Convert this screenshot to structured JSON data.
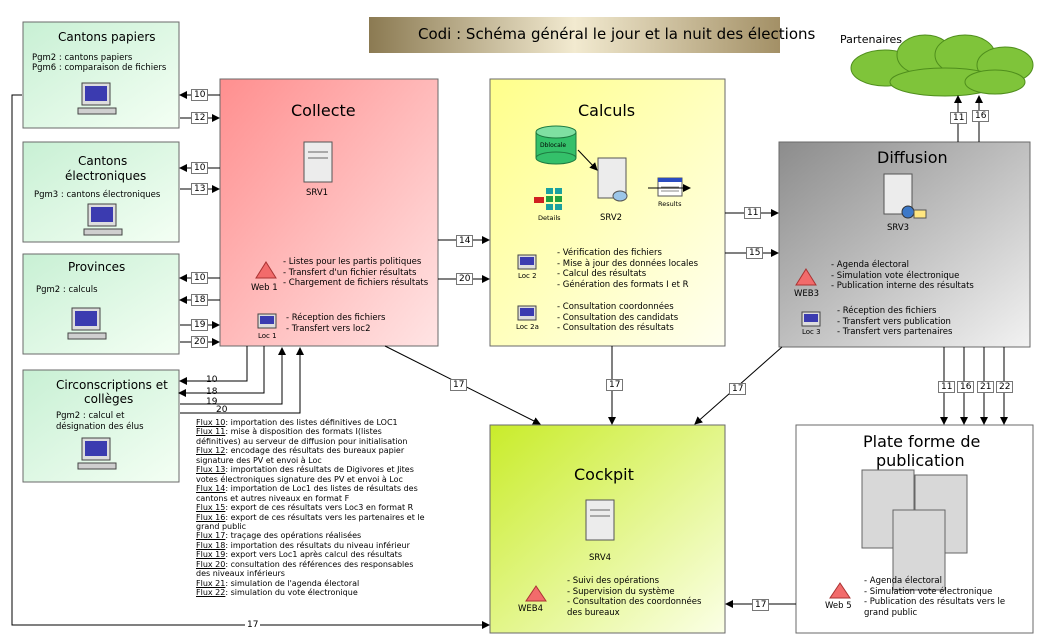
{
  "title": "Codi : Schéma général le jour et la nuit des élections",
  "partenaires": "Partenaires",
  "left": {
    "cantons_papiers": {
      "title": "Cantons papiers",
      "lines": [
        "Pgm2 : cantons papiers",
        "Pgm6 : comparaison de fichiers"
      ]
    },
    "cantons_electroniques": {
      "title1": "Cantons",
      "title2": "électroniques",
      "line": "Pgm3 : cantons électroniques"
    },
    "provinces": {
      "title": "Provinces",
      "line": "Pgm2 : calculs"
    },
    "circonscriptions": {
      "title1": "Circonscriptions et",
      "title2": "collèges",
      "lines": [
        "Pgm2 : calcul et",
        "désignation des élus"
      ]
    }
  },
  "collecte": {
    "title": "Collecte",
    "server": "SRV1",
    "web": "Web 1",
    "loc": "Loc 1",
    "web_items": [
      "- Listes pour les partis politiques",
      "- Transfert d'un fichier résultats",
      "- Chargement de fichiers résultats"
    ],
    "loc_items": [
      "- Réception des fichiers",
      "- Transfert vers loc2"
    ]
  },
  "calculs": {
    "title": "Calculs",
    "db": "Dblocale",
    "server": "SRV2",
    "details": "Details",
    "results": "Results",
    "loc2": "Loc 2",
    "loc2a": "Loc 2a",
    "loc2_items": [
      "- Vérification des fichiers",
      "- Mise à jour des données locales",
      "- Calcul des résultats",
      "- Génération des formats I et R"
    ],
    "loc2a_items": [
      "- Consultation coordonnées",
      "- Consultation des candidats",
      "- Consultation des résultats"
    ]
  },
  "diffusion": {
    "title": "Diffusion",
    "server": "SRV3",
    "web": "WEB3",
    "loc": "Loc 3",
    "web_items": [
      "- Agenda électoral",
      "- Simulation vote électronique",
      "- Publication interne des résultats"
    ],
    "loc_items": [
      "- Réception des fichiers",
      "- Transfert vers publication",
      "- Transfert vers partenaires"
    ]
  },
  "cockpit": {
    "title": "Cockpit",
    "server": "SRV4",
    "web": "WEB4",
    "items": [
      "- Suivi des opérations",
      "- Supervision du système",
      "- Consultation des coordonnées",
      "des bureaux"
    ]
  },
  "plateforme": {
    "title1": "Plate forme de",
    "title2": "publication",
    "web": "Web 5",
    "items": [
      "- Agenda électoral",
      "- Simulation vote électronique",
      "- Publication des résultats vers le",
      "grand public"
    ]
  },
  "flux_labels": {
    "f10": "10",
    "f11": "11",
    "f12": "12",
    "f13": "13",
    "f14": "14",
    "f15": "15",
    "f16": "16",
    "f17": "17",
    "f18": "18",
    "f19": "19",
    "f20": "20",
    "f21": "21",
    "f22": "22"
  },
  "legend": [
    {
      "flux": "Flux 10",
      "text": ": importation des listes définitives de LOC1"
    },
    {
      "flux": "Flux 11",
      "text": ": mise à disposition des formats I(listes"
    },
    {
      "flux": "",
      "text": "définitives) au serveur de diffusion pour initialisation"
    },
    {
      "flux": "Flux 12",
      "text": ": encodage des résultats des bureaux papier"
    },
    {
      "flux": "",
      "text": "signature des PV et envoi à Loc"
    },
    {
      "flux": "Flux 13",
      "text": ": importation des résultats de Digivores et Jites"
    },
    {
      "flux": "",
      "text": "votes électroniques signature des PV et envoi à Loc"
    },
    {
      "flux": "Flux 14",
      "text": ": importation de Loc1 des listes de résultats des"
    },
    {
      "flux": "",
      "text": "cantons et autres niveaux en format F"
    },
    {
      "flux": "Flux 15",
      "text": ": export de ces résultats vers Loc3 en format R"
    },
    {
      "flux": "Flux 16",
      "text": ": export de ces résultats vers les partenaires et le"
    },
    {
      "flux": "",
      "text": "grand public"
    },
    {
      "flux": "Flux 17",
      "text": ": traçage des opérations réalisées"
    },
    {
      "flux": "Flux 18",
      "text": ": importation des résultats du niveau inférieur"
    },
    {
      "flux": "Flux 19",
      "text": ": export vers Loc1 après calcul des résultats"
    },
    {
      "flux": "Flux 20",
      "text": ": consultation des références des responsables"
    },
    {
      "flux": "",
      "text": "des niveaux inférieurs"
    },
    {
      "flux": "Flux 21",
      "text": ": simulation de l'agenda électoral"
    },
    {
      "flux": "Flux 22",
      "text": ": simulation du vote électronique"
    }
  ],
  "colors": {
    "green_box": "#d9f7d9",
    "collecte": "#ff9d9d",
    "calculs": "#ffff9c",
    "diffusion": "#a9a9a9",
    "cockpit": "#d8f060",
    "cloud": "#7fc43a",
    "title_bar": "#bfb08a"
  }
}
